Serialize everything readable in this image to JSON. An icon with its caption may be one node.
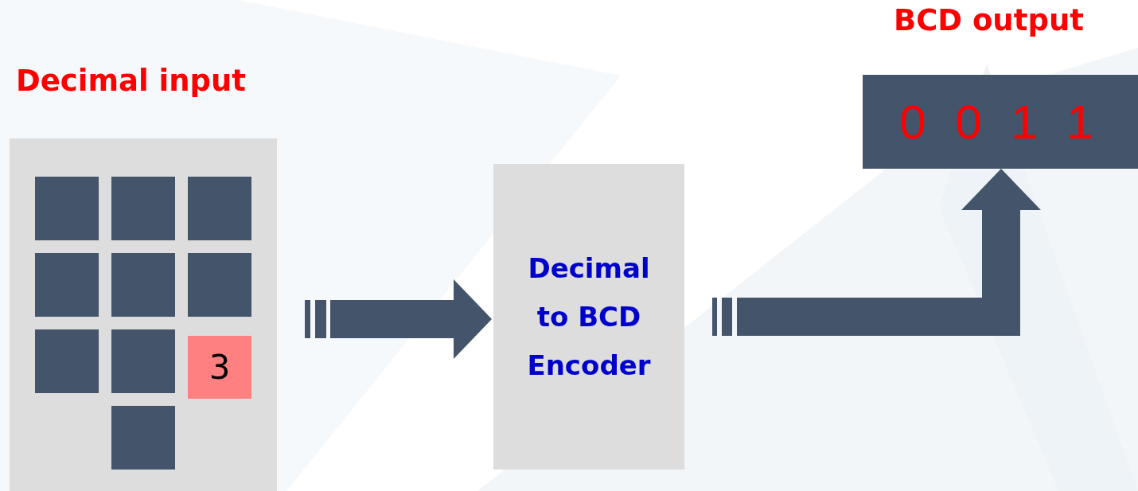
{
  "diagram": {
    "nodes": [
      {
        "text": [
          "Decimal input"
        ]
      },
      {
        "text": [],
        "shape": "box",
        "in": 0
      },
      {
        "text": [],
        "shape": "box",
        "in": 0
      },
      {
        "text": [],
        "shape": "box",
        "in": 0
      },
      {
        "text": [],
        "shape": "box",
        "in": 0
      },
      {
        "text": [],
        "shape": "box",
        "in": 0
      },
      {
        "text": [],
        "shape": "box",
        "in": 0
      },
      {
        "text": [],
        "shape": "box",
        "in": 0
      },
      {
        "text": [],
        "shape": "box",
        "in": 0
      },
      {
        "text": [
          "3"
        ],
        "in": 0
      },
      {
        "text": [],
        "shape": "box",
        "in": 0
      },
      {
        "text": [
          "Decimal to BCD Encoder"
        ]
      },
      {
        "text": [
          "BCD output",
          "0 0 1 1"
        ]
      }
    ],
    "edges": [
      {
        "from": 0,
        "to": 11,
        "arrow": "to"
      },
      {
        "from": 11,
        "to": 12,
        "arrow": "to"
      }
    ]
  }
}
